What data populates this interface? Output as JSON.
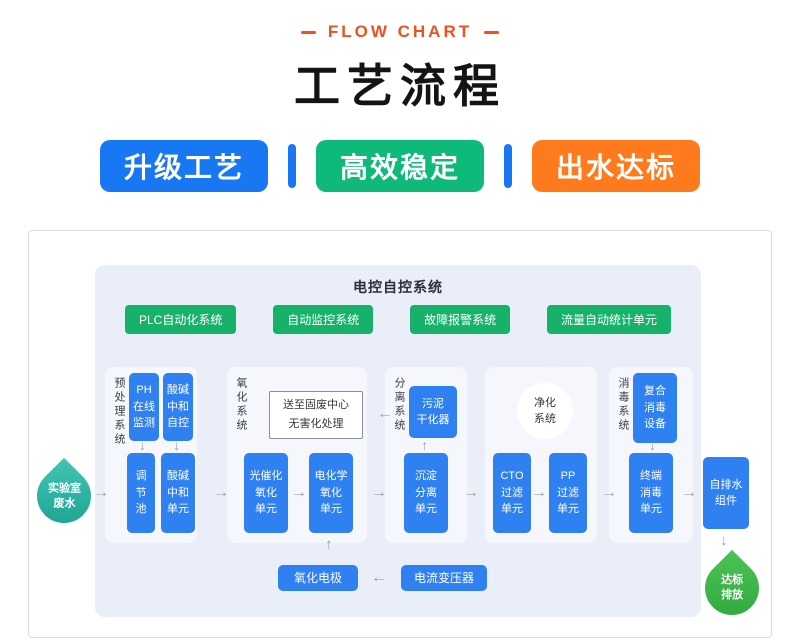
{
  "header": {
    "eyebrow": "FLOW CHART",
    "title": "工艺流程",
    "badges": [
      "升级工艺",
      "高效稳定",
      "出水达标"
    ]
  },
  "colors": {
    "badge_blue": "#1877f2",
    "badge_green": "#0eb97a",
    "badge_orange": "#ff7a1c",
    "eyebrow_orange": "#f0501e",
    "process_box_blue": "#2f80f0",
    "module_green": "#17b26a",
    "inflow_drop_teal": "#2ab3a4",
    "discharge_drop_green": "#3fb34a",
    "panel_background": "#e9eef8"
  },
  "diagram": {
    "control": {
      "title": "电控自控系统",
      "modules": [
        "PLC自动化系统",
        "自动监控系统",
        "故障报警系统",
        "流量自动统计单元"
      ]
    },
    "pretreatment": {
      "label": "预处理系统",
      "ph_monitor": "PH\n在线\n监测",
      "acid_control": "酸碱\n中和\n自控",
      "tank": "调\n节\n池",
      "neutralize": "酸碱\n中和\n单元"
    },
    "oxidation": {
      "label": "氧化系统",
      "note": "送至固废中心\n无害化处理",
      "photocatalytic": "光催化\n氧化\n单元",
      "electrochemical": "电化学\n氧化\n单元"
    },
    "separation": {
      "label": "分离系统",
      "sludge_dryer": "污泥\n干化器",
      "sedimentation": "沉淀\n分离\n单元"
    },
    "purification": {
      "label": "净化\n系统",
      "cto_filter": "CTO\n过滤\n单元",
      "pp_filter": "PP\n过滤\n单元"
    },
    "disinfection": {
      "label": "消毒系统",
      "composite": "复合\n消毒\n设备",
      "terminal": "终端\n消毒\n单元"
    },
    "inflow": "实验室\n废水",
    "drain": "自排水\n组件",
    "discharge": "达标\n排放",
    "electrode": "氧化电极",
    "transformer": "电流变压器"
  }
}
